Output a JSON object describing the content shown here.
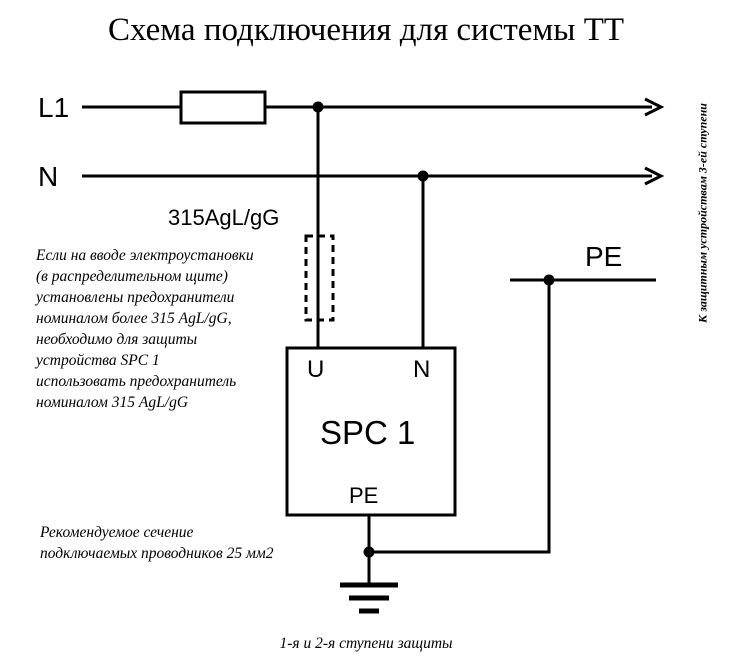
{
  "title": "Схема подключения для системы ТТ",
  "lines": {
    "l1": "L1",
    "n": "N",
    "pe": "PE"
  },
  "fuse_rating": "315AgL/gG",
  "fuse_note": [
    "Если на вводе электроустановки",
    "(в распределительном щите)",
    "установлены предохранители",
    "номиналом более 315 AgL/gG,",
    "необходимо для защиты",
    "устройства SPC 1",
    "использовать предохранитель",
    "номиналом  315 AgL/gG"
  ],
  "device": {
    "name": "SPC 1",
    "terminal_u": "U",
    "terminal_n": "N",
    "terminal_pe": "PE"
  },
  "conductor_note": [
    "Рекомендуемое сечение",
    "подключаемых проводников 25 мм2"
  ],
  "bottom_caption": "1-я и 2-я  ступени защиты",
  "side_caption": "К защитным устройствам 3-ей ступени"
}
